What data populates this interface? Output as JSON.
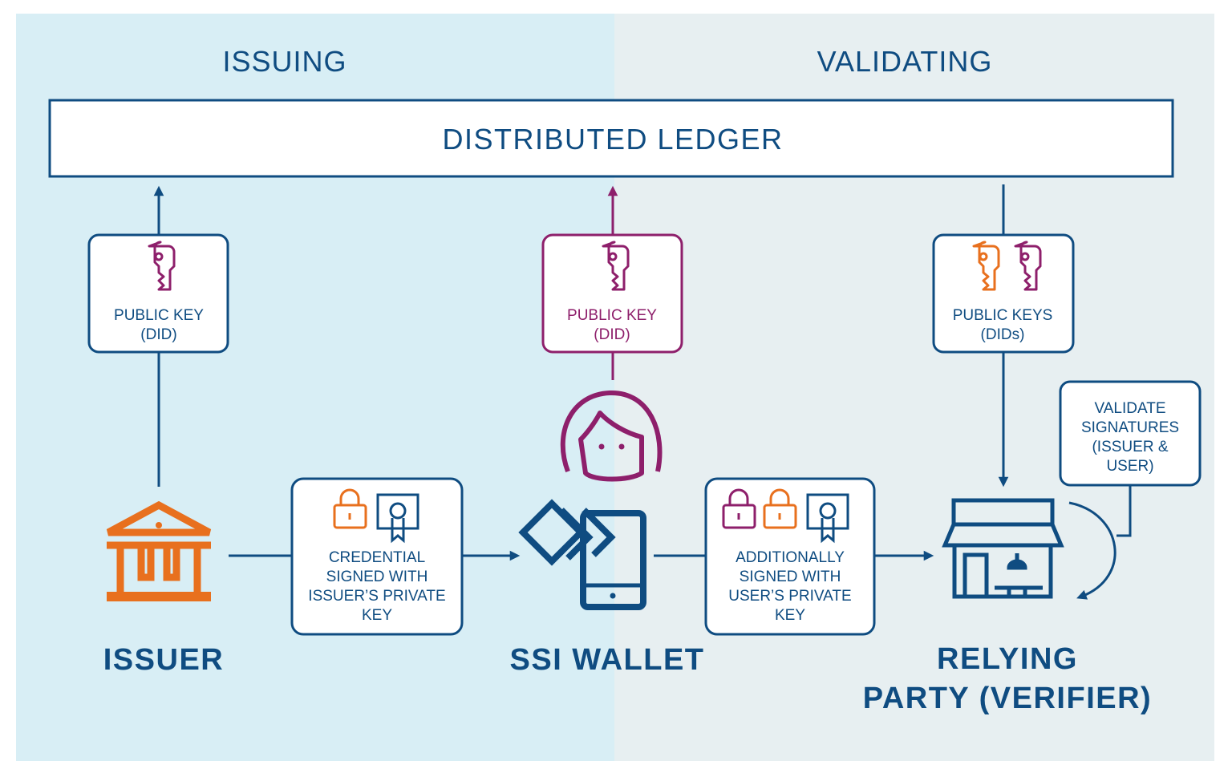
{
  "sections": {
    "left_title": "ISSUING",
    "right_title": "VALIDATING"
  },
  "ledger": {
    "label": "DISTRIBUTED LEDGER"
  },
  "key_boxes": {
    "issuer": {
      "line1": "PUBLIC KEY",
      "line2": "(DID)"
    },
    "wallet": {
      "line1": "PUBLIC KEY",
      "line2": "(DID)"
    },
    "verifier": {
      "line1": "PUBLIC KEYS",
      "line2": "(DIDs)"
    }
  },
  "process_boxes": {
    "credential": {
      "line1": "CREDENTIAL",
      "line2": "SIGNED WITH",
      "line3": "ISSUER’S PRIVATE",
      "line4": "KEY"
    },
    "additional": {
      "line1": "ADDITIONALLY",
      "line2": "SIGNED WITH",
      "line3": "USER’S PRIVATE",
      "line4": "KEY"
    },
    "validate": {
      "line1": "VALIDATE",
      "line2": "SIGNATURES",
      "line3": "(ISSUER &",
      "line4": "USER)"
    }
  },
  "actors": {
    "issuer": "ISSUER",
    "wallet": "SSI WALLET",
    "verifier_line1": "RELYING",
    "verifier_line2": "PARTY (VERIFIER)"
  },
  "colors": {
    "navy": "#0f4c81",
    "magenta": "#8e1f6b",
    "orange": "#e8701e",
    "issuing_bg": "#d8eef5",
    "validating_bg": "#e7eff1"
  },
  "icons": [
    "key-icon",
    "bank-icon",
    "padlock-icon",
    "certificate-icon",
    "user-icon",
    "wallet-phone-icon",
    "shop-icon"
  ]
}
